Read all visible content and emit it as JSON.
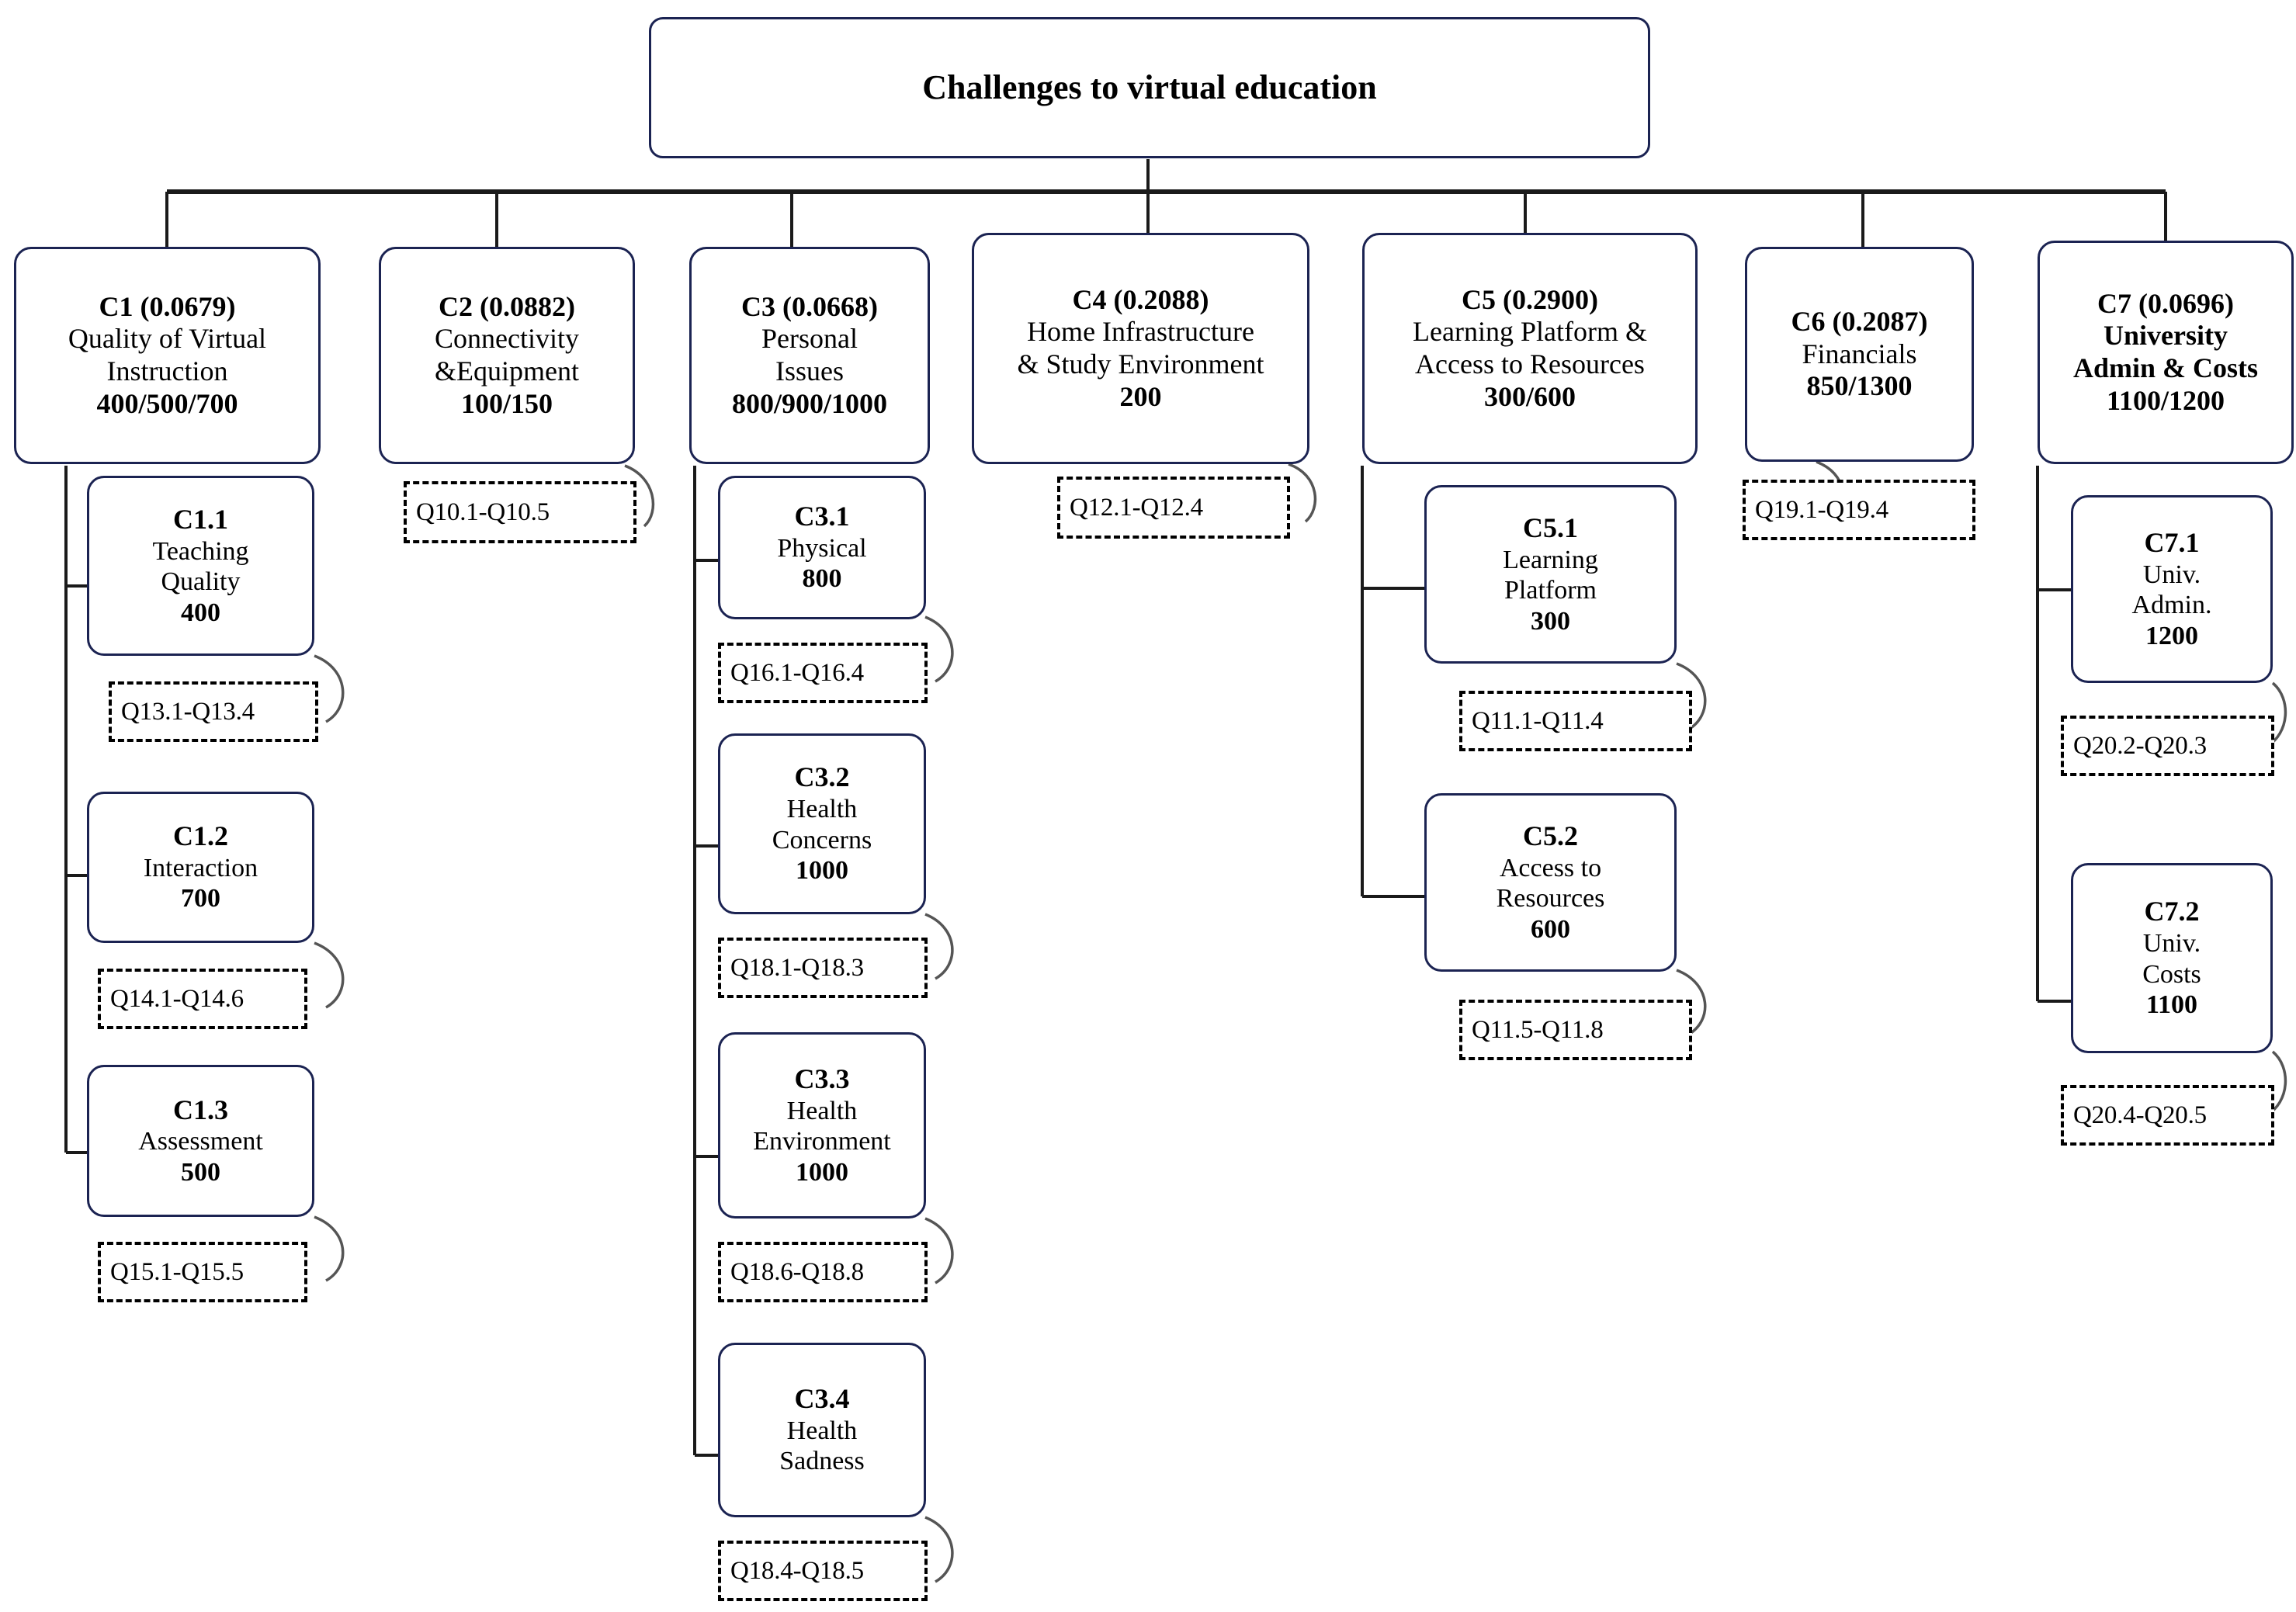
{
  "diagram": {
    "title": "Challenges to virtual education",
    "type": "hierarchy-tree",
    "colors": {
      "node_border": "#1b2352",
      "question_box_border": "#000000",
      "connector": "#1a1a1a",
      "loop_connector": "#555555",
      "background": "#ffffff"
    },
    "root": {
      "label": "Challenges to virtual education"
    },
    "criteria": [
      {
        "code": "C1 (0.0679)",
        "name_lines": [
          "Quality of Virtual",
          "Instruction"
        ],
        "value": "400/500/700",
        "questions": null,
        "subs": [
          {
            "code": "C1.1",
            "name_lines": [
              "Teaching",
              "Quality"
            ],
            "value": "400",
            "questions": "Q13.1-Q13.4"
          },
          {
            "code": "C1.2",
            "name_lines": [
              "Interaction"
            ],
            "value": "700",
            "questions": "Q14.1-Q14.6"
          },
          {
            "code": "C1.3",
            "name_lines": [
              "Assessment"
            ],
            "value": "500",
            "questions": "Q15.1-Q15.5"
          }
        ]
      },
      {
        "code": "C2 (0.0882)",
        "name_lines": [
          "Connectivity",
          "&Equipment"
        ],
        "value": "100/150",
        "questions": "Q10.1-Q10.5",
        "subs": []
      },
      {
        "code": "C3 (0.0668)",
        "name_lines": [
          "Personal",
          "Issues"
        ],
        "value": "800/900/1000",
        "questions": null,
        "subs": [
          {
            "code": "C3.1",
            "name_lines": [
              "Physical"
            ],
            "value": "800",
            "questions": "Q16.1-Q16.4"
          },
          {
            "code": "C3.2",
            "name_lines": [
              "Health",
              "Concerns"
            ],
            "value": "1000",
            "questions": "Q18.1-Q18.3"
          },
          {
            "code": "C3.3",
            "name_lines": [
              "Health",
              "Environment"
            ],
            "value": "1000",
            "questions": "Q18.6-Q18.8"
          },
          {
            "code": "C3.4",
            "name_lines": [
              "Health",
              "Sadness"
            ],
            "value": "",
            "questions": "Q18.4-Q18.5"
          }
        ]
      },
      {
        "code": "C4 (0.2088)",
        "name_lines": [
          "Home Infrastructure",
          "& Study Environment"
        ],
        "value": "200",
        "questions": "Q12.1-Q12.4",
        "subs": []
      },
      {
        "code": "C5 (0.2900)",
        "name_lines": [
          "Learning Platform &",
          "Access to Resources"
        ],
        "value": "300/600",
        "questions": null,
        "subs": [
          {
            "code": "C5.1",
            "name_lines": [
              "Learning",
              "Platform"
            ],
            "value": "300",
            "questions": "Q11.1-Q11.4"
          },
          {
            "code": "C5.2",
            "name_lines": [
              "Access to",
              "Resources"
            ],
            "value": "600",
            "questions": "Q11.5-Q11.8"
          }
        ]
      },
      {
        "code": "C6 (0.2087)",
        "name_lines": [
          "Financials"
        ],
        "value": "850/1300",
        "questions": "Q19.1-Q19.4",
        "subs": []
      },
      {
        "code": "C7 (0.0696)",
        "name_lines": [
          "University",
          "Admin & Costs"
        ],
        "value": "1100/1200",
        "questions": null,
        "subs": [
          {
            "code": "C7.1",
            "name_lines": [
              "Univ.",
              "Admin."
            ],
            "value": "1200",
            "questions": "Q20.2-Q20.3"
          },
          {
            "code": "C7.2",
            "name_lines": [
              "Univ.",
              "Costs"
            ],
            "value": "1100",
            "questions": "Q20.4-Q20.5"
          }
        ]
      }
    ]
  }
}
